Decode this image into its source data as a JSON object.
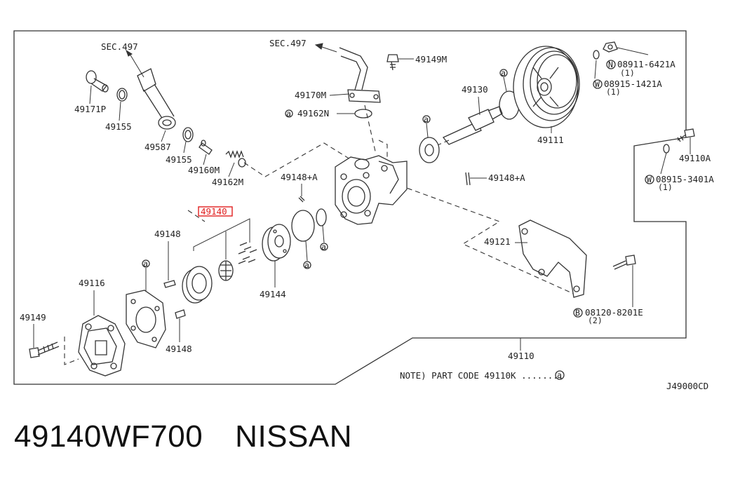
{
  "labels": {
    "sec497_left": "SEC.497",
    "sec497_right": "SEC.497",
    "p49149M": "49149M",
    "p49171P": "49171P",
    "p49155_a": "49155",
    "p49155_b": "49155",
    "p49587": "49587",
    "p49170M": "49170M",
    "p49162N": "49162N",
    "p49160M": "49160M",
    "p49162M": "49162M",
    "p49130": "49130",
    "p49111": "49111",
    "p08911_6421A": "08911-6421A",
    "p08911_qty": "(1)",
    "p08915_1421A": "08915-1421A",
    "p08915_1421A_qty": "(1)",
    "p49110A": "49110A",
    "p08915_3401A": "08915-3401A",
    "p08915_3401A_qty": "(1)",
    "p49148A_left": "49148+A",
    "p49148A_right": "49148+A",
    "p49140": "49140",
    "p49148_top": "49148",
    "p49148_bottom": "49148",
    "p49116": "49116",
    "p49149": "49149",
    "p49144": "49144",
    "p49121": "49121",
    "p08120_8201E": "08120-8201E",
    "p08120_qty": "(2)",
    "p49110": "49110",
    "note": "NOTE) PART CODE 49110K ........",
    "diagram_code": "J49000CD",
    "mark_N": "N",
    "mark_W1": "W",
    "mark_W2": "W",
    "mark_B": "B",
    "mark_a": "a"
  },
  "footer": {
    "part_number": "49140WF700",
    "brand": "NISSAN"
  },
  "colors": {
    "highlight": "#e02020",
    "line": "#333333"
  }
}
